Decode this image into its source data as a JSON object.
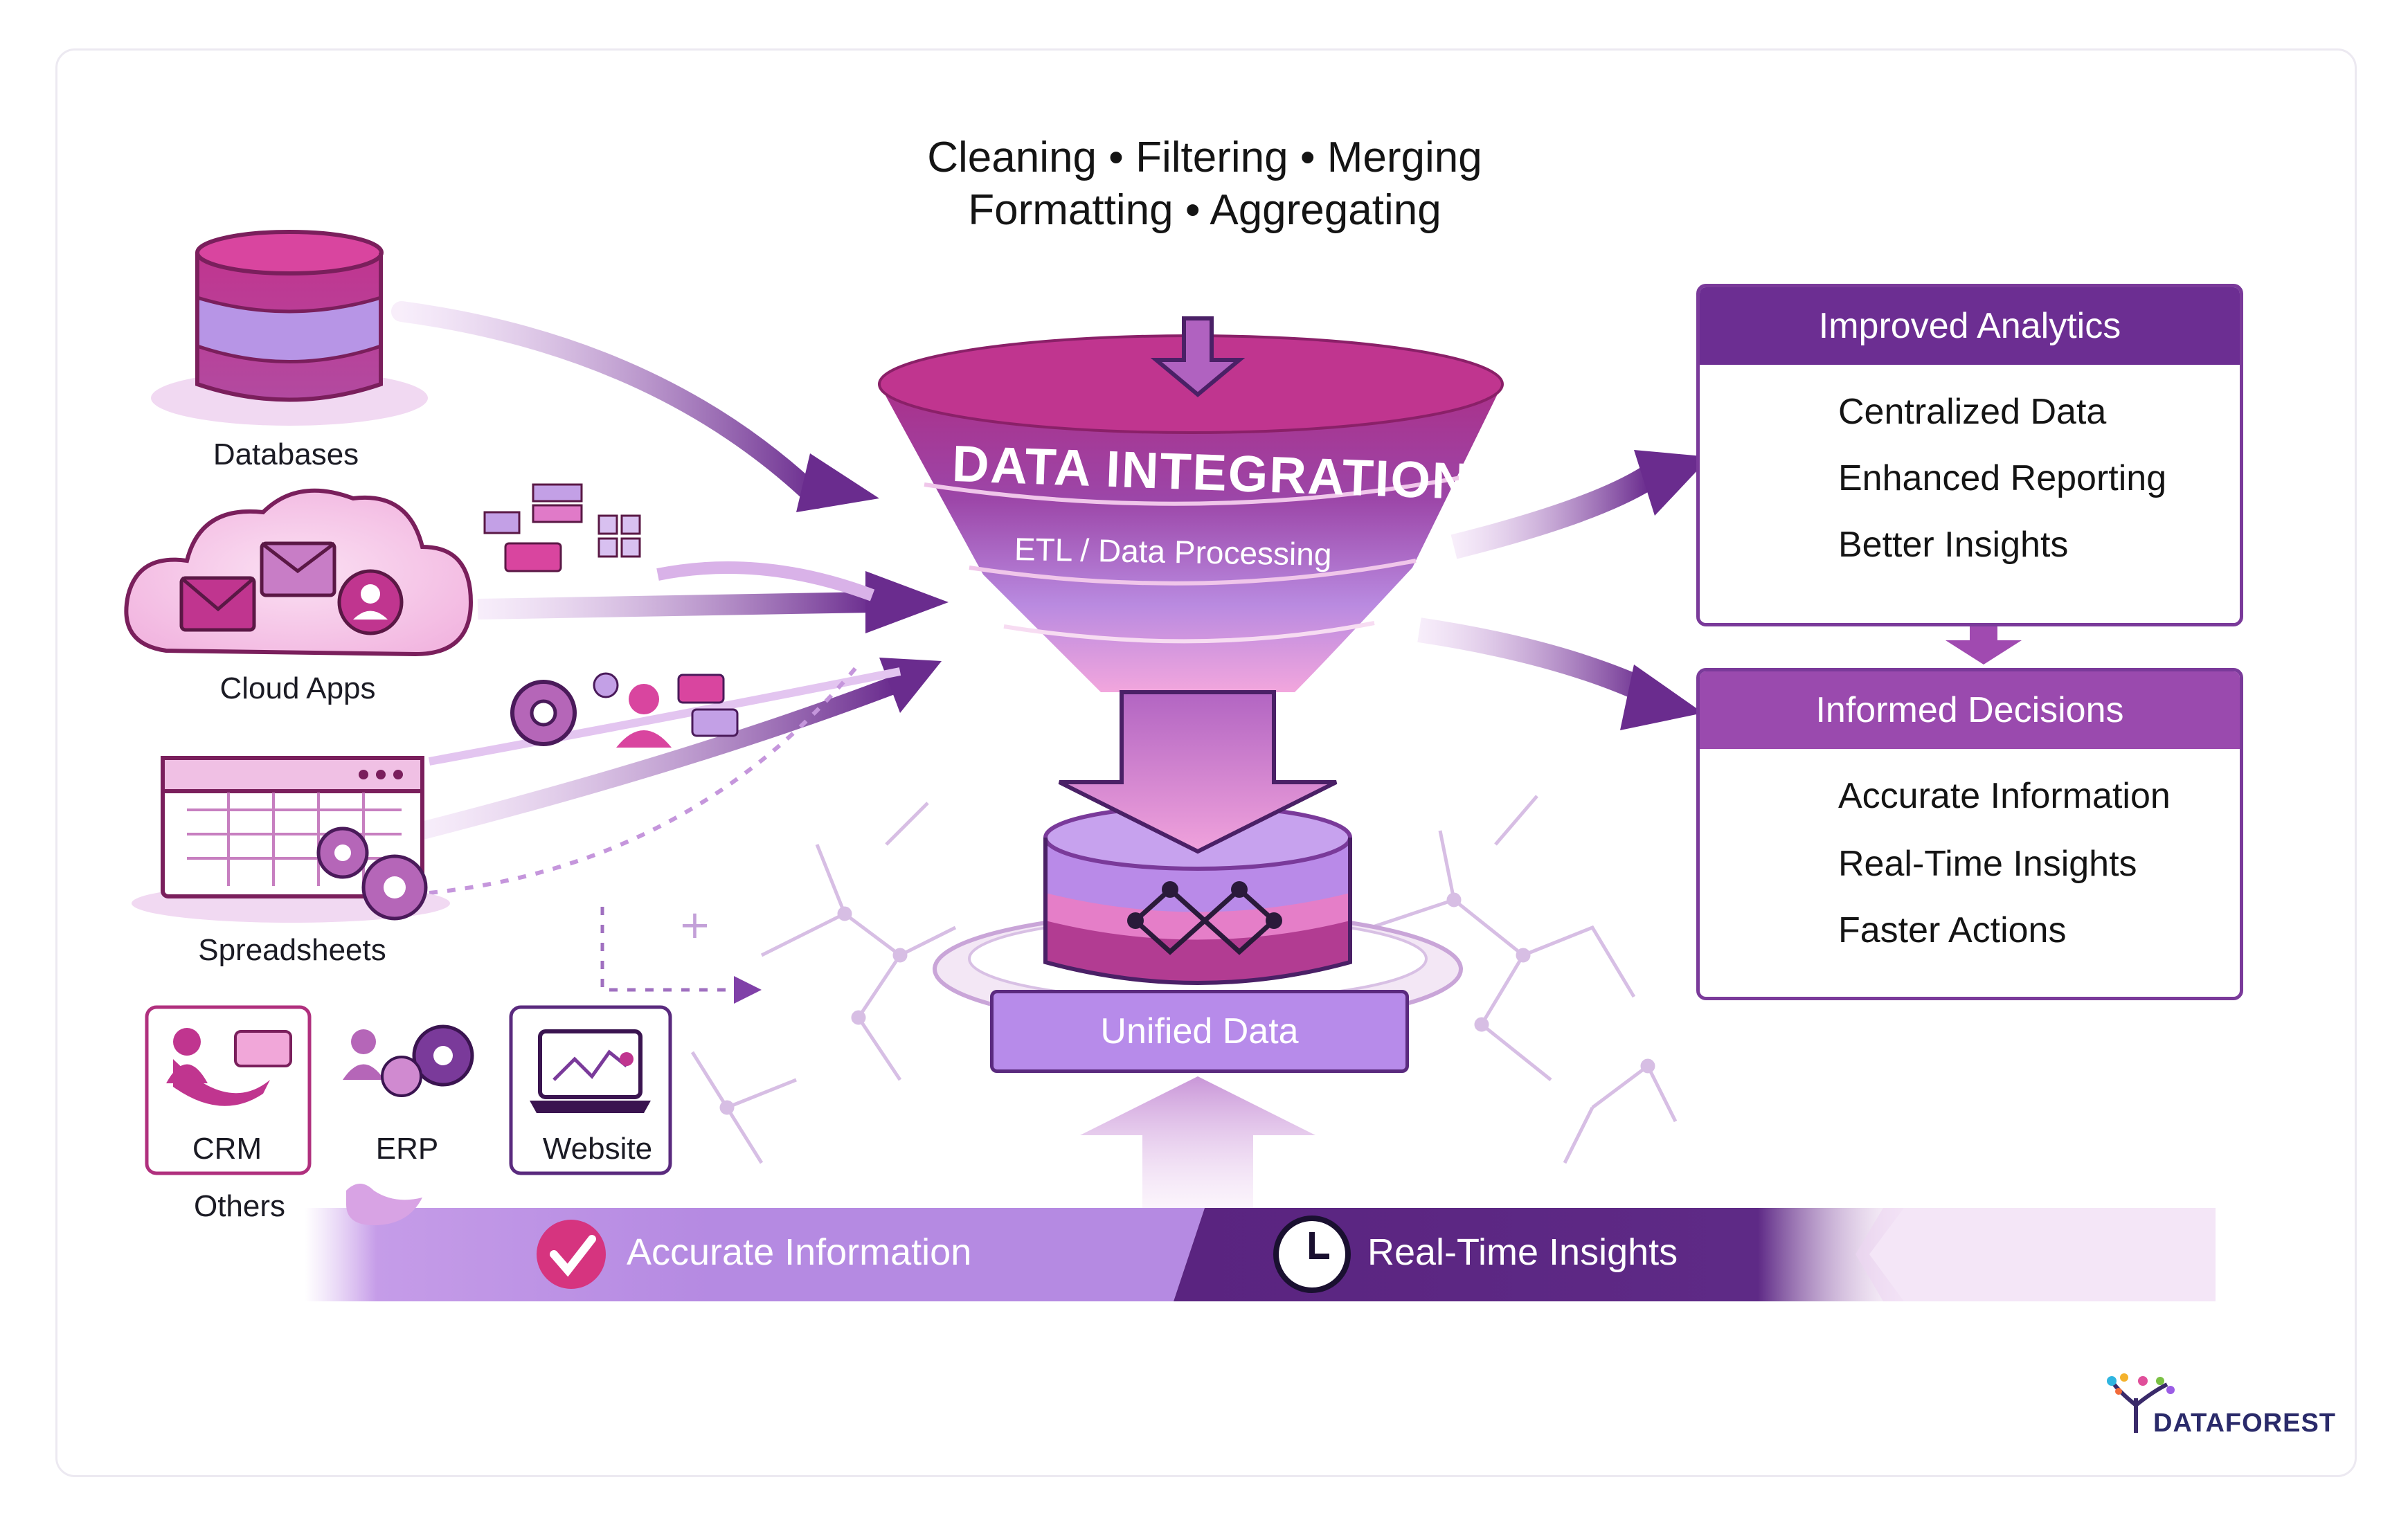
{
  "header": {
    "line1": "Cleaning • Filtering • Merging",
    "line2": "Formatting • Aggregating"
  },
  "funnel": {
    "title": "DATA INTEGRATION",
    "subtitle": "ETL / Data Processing",
    "output": "Unified Data"
  },
  "sources": {
    "databases": "Databases",
    "cloud_apps": "Cloud Apps",
    "spreadsheets": "Spreadsheets",
    "others": {
      "label": "Others",
      "items": [
        "CRM",
        "ERP",
        "Website"
      ]
    }
  },
  "improved_analytics": {
    "title": "Improved Analytics",
    "items": [
      {
        "icon": "database-icon",
        "label": "Centralized Data"
      },
      {
        "icon": "bar-chart-icon",
        "label": "Enhanced Reporting"
      },
      {
        "icon": "laptop-glasses-icon",
        "label": "Better Insights"
      }
    ]
  },
  "informed_decisions": {
    "title": "Informed Decisions",
    "items": [
      {
        "icon": "checkmark-icon",
        "label": "Accurate Information"
      },
      {
        "icon": "clock-icon",
        "label": "Real-Time Insights"
      },
      {
        "icon": "rocket-icon",
        "label": "Faster Actions"
      }
    ]
  },
  "bottom_banner": {
    "left": "Accurate Information",
    "right": "Real-Time Insights"
  },
  "brand": {
    "name": "DATAFOREST"
  },
  "colors": {
    "magenta": "#c0358f",
    "purple": "#7a3a9a",
    "dark_purple": "#5a2a7e",
    "lavender": "#b89ae6",
    "pink_light": "#f4c3e6"
  }
}
